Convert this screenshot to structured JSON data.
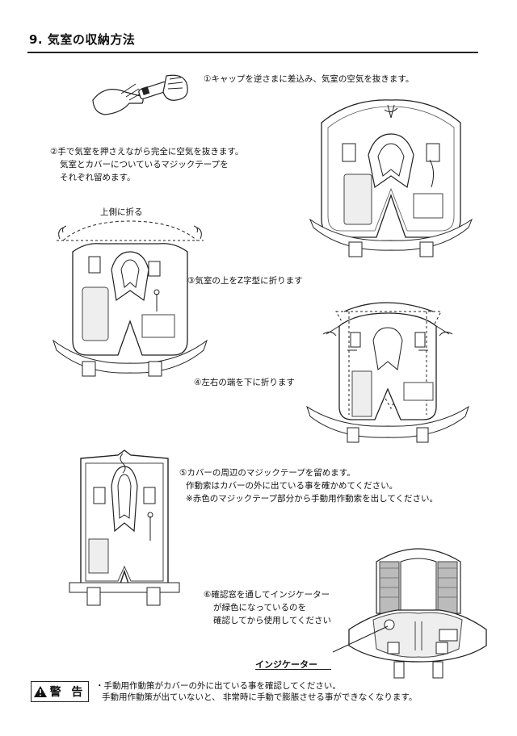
{
  "title": "9. 気室の収納方法",
  "steps": {
    "s1": "①キャップを逆さまに差込み、気室の空気を抜きます。",
    "s2": [
      "②手で気室を押さえながら完全に空気を抜きます。",
      "気室とカバーについているマジックテープを",
      "それぞれ留めます。"
    ],
    "fold_top_label": "上側に折る",
    "s3": "③気室の上をZ字型に折ります",
    "s4": "④左右の端を下に折ります",
    "s5": [
      "⑤カバーの周辺のマジックテープを留めます。",
      "作動索はカバーの外に出ている事を確かめてください。",
      "※赤色のマジックテープ部分から手動用作動索を出してください。"
    ],
    "s6": [
      "⑥確認窓を通してインジケーター",
      "が緑色になっているのを",
      "確認してから使用してください"
    ]
  },
  "indicator_label": "インジケーター",
  "warning": {
    "label": "警 告",
    "lines": [
      "・手動用作動策がカバーの外に出ている事を確認してください。",
      "手動用作動策が出ていないと、 非常時に手動で膨脹させる事ができなくなります。"
    ]
  }
}
